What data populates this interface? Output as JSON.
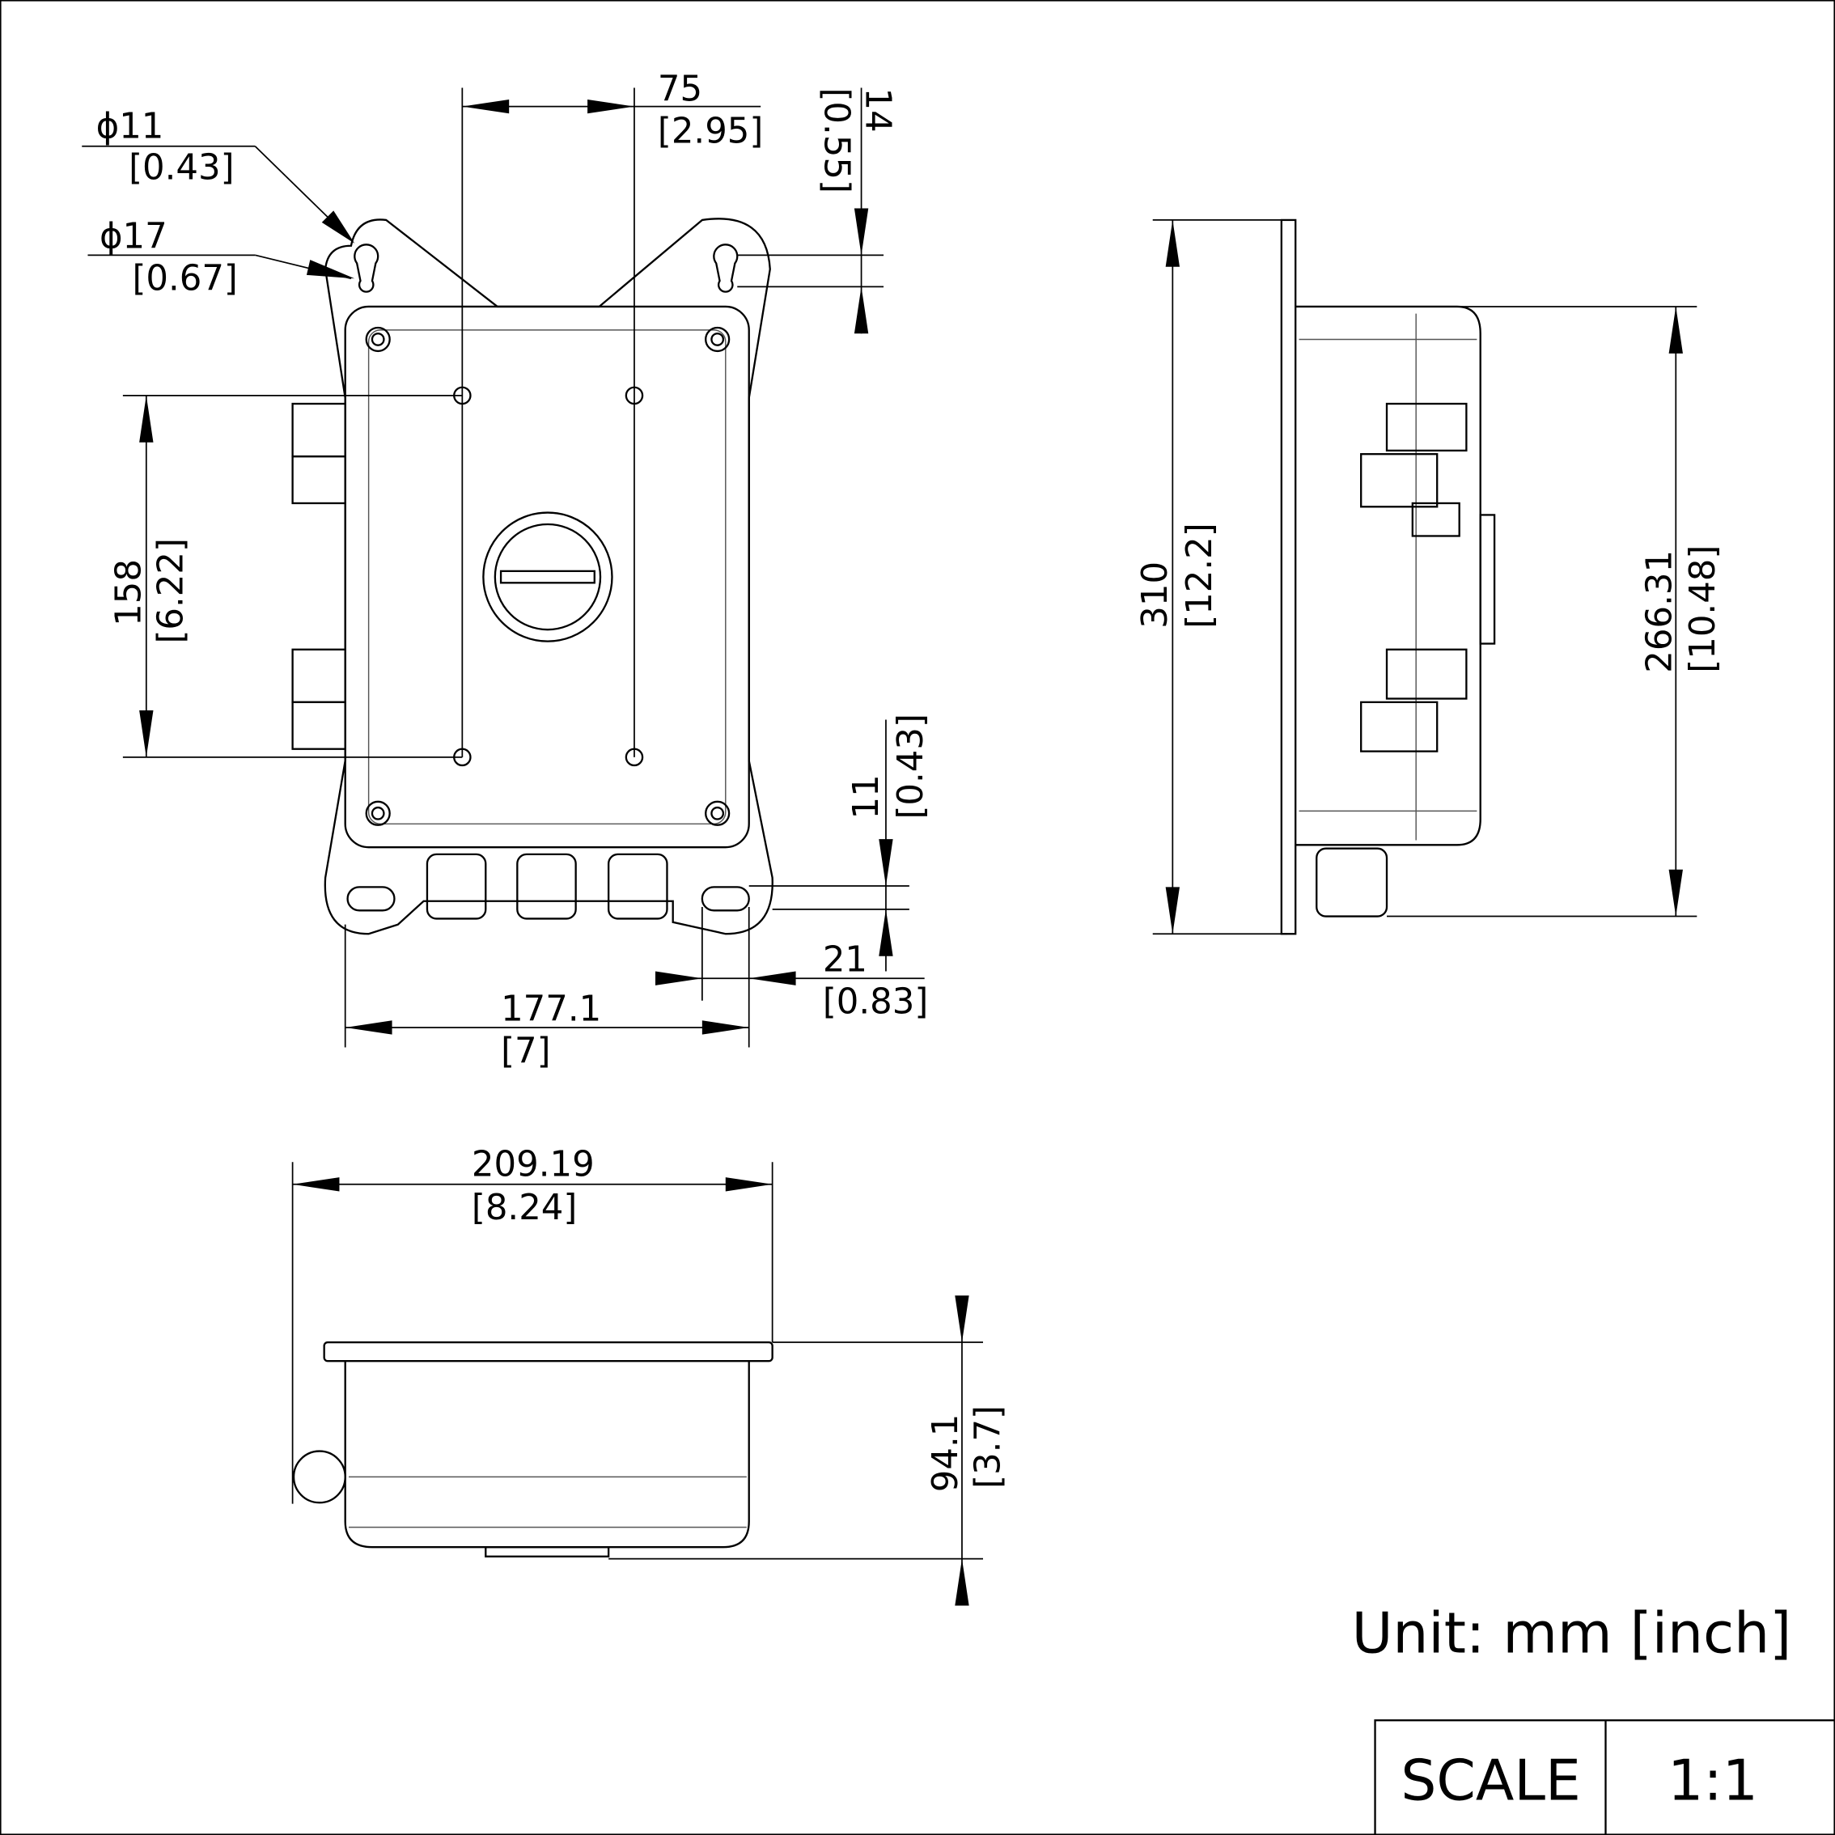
{
  "dimensions": {
    "hole_small": {
      "mm": "ϕ11",
      "inch": "[0.43]"
    },
    "hole_large": {
      "mm": "ϕ17",
      "inch": "[0.67]"
    },
    "hole_spacing_h": {
      "mm": "75",
      "inch": "[2.95]"
    },
    "keyhole_len": {
      "mm": "14",
      "inch": "[0.55]"
    },
    "hole_spacing_v": {
      "mm": "158",
      "inch": "[6.22]"
    },
    "slot_height": {
      "mm": "11",
      "inch": "[0.43]"
    },
    "slot_width": {
      "mm": "21",
      "inch": "[0.83]"
    },
    "front_width": {
      "mm": "177.1",
      "inch": "[7]"
    },
    "side_height": {
      "mm": "310",
      "inch": "[12.2]"
    },
    "body_height": {
      "mm": "266.31",
      "inch": "[10.48]"
    },
    "top_width": {
      "mm": "209.19",
      "inch": "[8.24]"
    },
    "depth": {
      "mm": "94.1",
      "inch": "[3.7]"
    }
  },
  "unit_label": "Unit: mm [inch]",
  "scale": {
    "label": "SCALE",
    "value": "1:1"
  }
}
